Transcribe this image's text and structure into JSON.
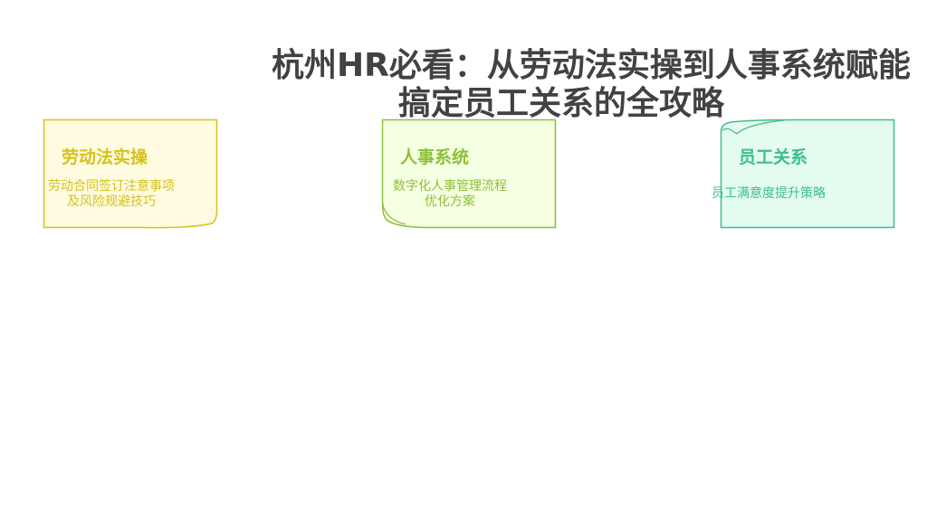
{
  "title": {
    "line1": "杭州HR必看：从劳动法实操到人事系统赋能",
    "line2": "搞定员工关系的全攻略"
  },
  "cards": [
    {
      "title": "劳动法实操",
      "description": "劳动合同签订注意事项\n及风险规避技巧",
      "color": "#d4c21e",
      "fill": "#fffbe0"
    },
    {
      "title": "人事系统",
      "description": "数字化人事管理流程\n优化方案",
      "color": "#8dc03a",
      "fill": "#f5ffe2"
    },
    {
      "title": "员工关系",
      "description": "员工满意度提升策略",
      "color": "#3fbf88",
      "fill": "#e4fbf0"
    }
  ]
}
